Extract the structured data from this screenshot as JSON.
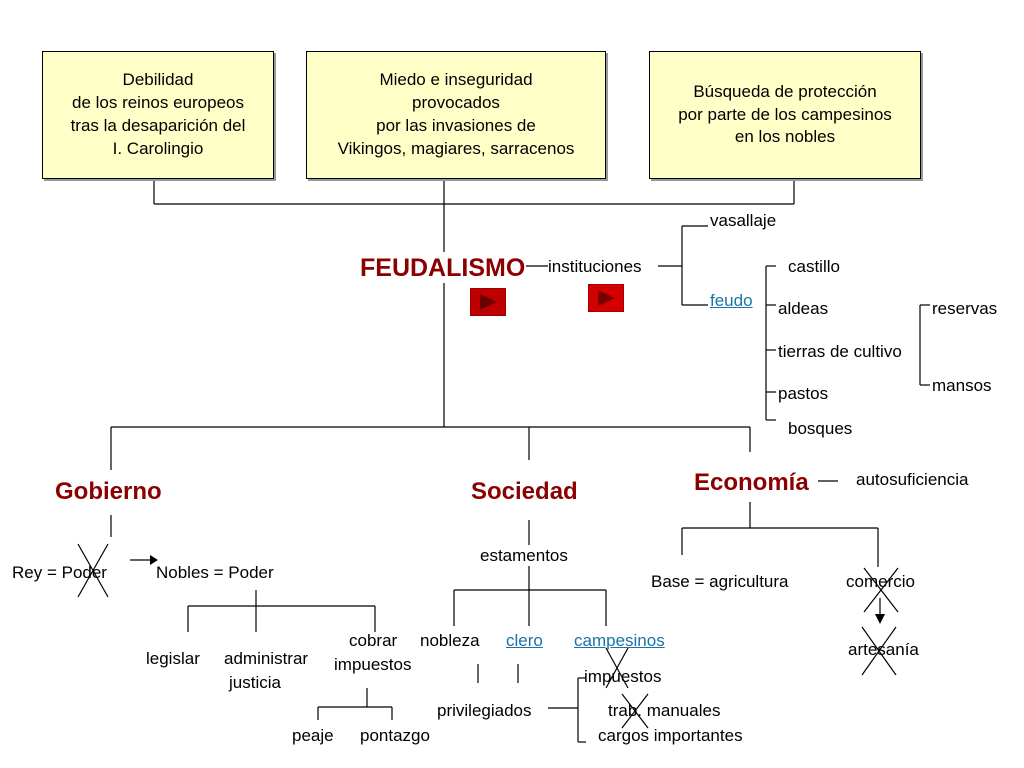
{
  "boxes": {
    "cause1": "Debilidad\nde los reinos europeos\ntras la desaparición del\nI. Carolingio",
    "cause2": "Miedo e inseguridad\nprovocados\npor las invasiones de\nVikingos, magiares, sarracenos",
    "cause3": "Búsqueda de protección\npor parte de los campesinos\nen los nobles"
  },
  "main_title": "FEUDALISMO",
  "instituciones": {
    "label": "instituciones",
    "vasallaje": "vasallaje",
    "feudo": "feudo",
    "feudo_parts": [
      "castillo",
      "aldeas",
      "tierras de cultivo",
      "pastos",
      "bosques"
    ],
    "tierras_parts": [
      "reservas",
      "mansos"
    ]
  },
  "gobierno": {
    "title": "Gobierno",
    "rey": "Rey = Poder",
    "nobles": "Nobles = Poder",
    "legislar": "legislar",
    "administrar": "administrar",
    "justicia": "justicia",
    "cobrar": "cobrar",
    "impuestos": "impuestos",
    "peaje": "peaje",
    "pontazgo": "pontazgo"
  },
  "sociedad": {
    "title": "Sociedad",
    "estamentos": "estamentos",
    "nobleza": "nobleza",
    "clero": "clero",
    "campesinos": "campesinos",
    "privilegiados": "privilegiados",
    "impuestos": "impuestos",
    "trab_manuales": "trab. manuales",
    "cargos": "cargos importantes"
  },
  "economia": {
    "title": "Economía",
    "autosuficiencia": "autosuficiencia",
    "base": "Base = agricultura",
    "comercio": "comercio",
    "artesania": "artesanía"
  },
  "colors": {
    "box_fill": "#ffffc8",
    "title_red": "#8b0000",
    "link_blue": "#1a73a8",
    "button_red": "#c00000"
  }
}
